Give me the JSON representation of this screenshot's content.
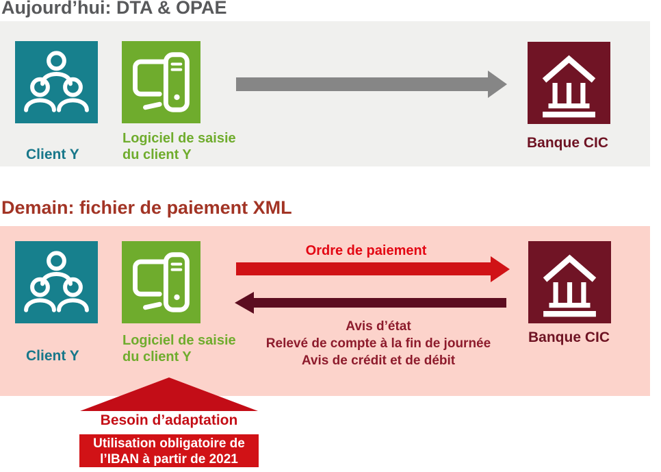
{
  "today": {
    "title": "Aujourd’hui: DTA & OPAE",
    "client_label": "Client Y",
    "software_label_line1": "Logiciel de saisie",
    "software_label_line2": "du client Y",
    "bank_label": "Banque CIC"
  },
  "tomorrow": {
    "title": "Demain: fichier de paiement XML",
    "client_label": "Client Y",
    "software_label_line1": "Logiciel de saisie",
    "software_label_line2": "du client Y",
    "bank_label": "Banque CIC",
    "arrow_out_label": "Ordre de paiement",
    "return_lines": [
      "Avis d’état",
      "Relevé de compte à la fin de journée",
      "Avis de crédit et de débit"
    ]
  },
  "adaptation": {
    "label": "Besoin d’adaptation",
    "note_line1": "Utilisation obligatoire de",
    "note_line2": "l’IBAN à partir de 2021"
  },
  "icons": {
    "client": "people-icon",
    "software": "computer-icon",
    "bank": "bank-icon"
  },
  "colors": {
    "teal": "#17808D",
    "green": "#6FAC2D",
    "burgundy": "#701425",
    "bright_red": "#D01216",
    "dark_red_arrow": "#5C0D20",
    "title_gray": "#58595B",
    "title_brick": "#A23425",
    "band_gray": "#F0F0EE",
    "band_pink": "#FCD3CB"
  }
}
